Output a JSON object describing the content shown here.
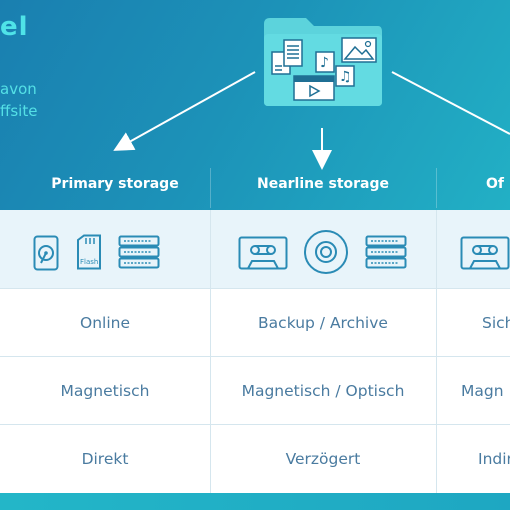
{
  "title_fragment": "el",
  "subtitle_line1_fragment": "avon",
  "subtitle_line2_fragment": "ffsite",
  "columns": [
    {
      "header": "Primary storage",
      "access": "Online",
      "medium": "Magnetisch",
      "speed": "Direkt",
      "icons": [
        "hard-disk-icon",
        "flash-card-icon",
        "server-rack-icon"
      ]
    },
    {
      "header": "Nearline storage",
      "access": "Backup / Archive",
      "medium": "Magnetisch / Optisch",
      "speed": "Verzögert",
      "icons": [
        "tape-cassette-icon",
        "optical-disc-icon",
        "server-rack-icon"
      ]
    },
    {
      "header": "Of",
      "access": "Sich",
      "medium": "Magn",
      "speed": "Indir",
      "icons": [
        "tape-cassette-icon"
      ]
    }
  ],
  "flash_label": "Flash",
  "colors": {
    "background_top": "#1a7fb0",
    "accent_cyan": "#4fe3e8",
    "icon_band": "#e8f4fa",
    "cell_text": "#4a7ba0",
    "icon_stroke": "#2a8bb5"
  }
}
